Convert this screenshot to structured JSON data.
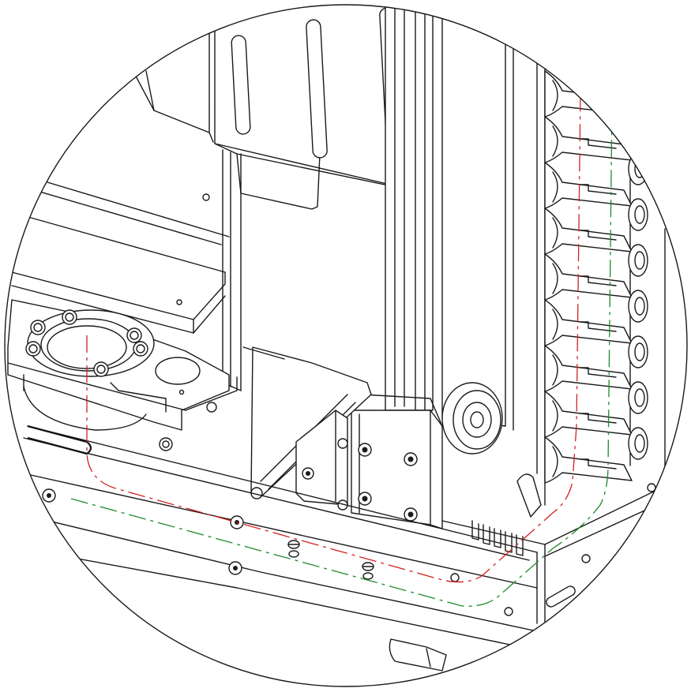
{
  "figure": {
    "background": "#ffffff",
    "line_color": "#1a1a1a",
    "frame_shape": "circle"
  },
  "cable_paths": [
    {
      "id": "red-dash-dot-cable",
      "color": "#d42020",
      "pattern": "dash-dot"
    },
    {
      "id": "green-dash-dot-cable",
      "color": "#1f8a2a",
      "pattern": "dash-dot"
    }
  ]
}
